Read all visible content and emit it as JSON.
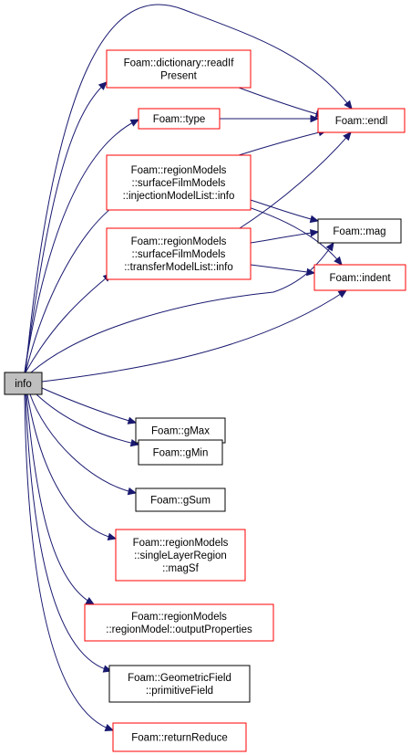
{
  "colors": {
    "edge": "#191970",
    "root_fill": "#bfbfbf",
    "root_border": "#000000",
    "node_fill": "#ffffff",
    "red_border": "#ff0000",
    "black_border": "#000000"
  },
  "nodes": [
    {
      "id": "info",
      "lines": [
        "info"
      ],
      "border": "black",
      "root": true
    },
    {
      "id": "readIfPresent",
      "lines": [
        "Foam::dictionary::readIf",
        "Present"
      ],
      "border": "red"
    },
    {
      "id": "type",
      "lines": [
        "Foam::type"
      ],
      "border": "red"
    },
    {
      "id": "injectionInfo",
      "lines": [
        "Foam::regionModels",
        "::surfaceFilmModels",
        "::injectionModelList::info"
      ],
      "border": "red"
    },
    {
      "id": "transferInfo",
      "lines": [
        "Foam::regionModels",
        "::surfaceFilmModels",
        "::transferModelList::info"
      ],
      "border": "red"
    },
    {
      "id": "endl",
      "lines": [
        "Foam::endl"
      ],
      "border": "red"
    },
    {
      "id": "mag",
      "lines": [
        "Foam::mag"
      ],
      "border": "black"
    },
    {
      "id": "indent",
      "lines": [
        "Foam::indent"
      ],
      "border": "red"
    },
    {
      "id": "gMax",
      "lines": [
        "Foam::gMax"
      ],
      "border": "black"
    },
    {
      "id": "gMin",
      "lines": [
        "Foam::gMin"
      ],
      "border": "black"
    },
    {
      "id": "gSum",
      "lines": [
        "Foam::gSum"
      ],
      "border": "black"
    },
    {
      "id": "magSf",
      "lines": [
        "Foam::regionModels",
        "::singleLayerRegion",
        "::magSf"
      ],
      "border": "red"
    },
    {
      "id": "outputProperties",
      "lines": [
        "Foam::regionModels",
        "::regionModel::outputProperties"
      ],
      "border": "red"
    },
    {
      "id": "primitiveField",
      "lines": [
        "Foam::GeometricField",
        "::primitiveField"
      ],
      "border": "black"
    },
    {
      "id": "returnReduce",
      "lines": [
        "Foam::returnReduce"
      ],
      "border": "red"
    }
  ],
  "edges": [
    {
      "from": "info",
      "to": "endl"
    },
    {
      "from": "info",
      "to": "readIfPresent"
    },
    {
      "from": "info",
      "to": "type"
    },
    {
      "from": "info",
      "to": "injectionInfo"
    },
    {
      "from": "info",
      "to": "transferInfo"
    },
    {
      "from": "info",
      "to": "mag"
    },
    {
      "from": "info",
      "to": "indent"
    },
    {
      "from": "info",
      "to": "gMax"
    },
    {
      "from": "info",
      "to": "gMin"
    },
    {
      "from": "info",
      "to": "gSum"
    },
    {
      "from": "info",
      "to": "magSf"
    },
    {
      "from": "info",
      "to": "outputProperties"
    },
    {
      "from": "info",
      "to": "primitiveField"
    },
    {
      "from": "info",
      "to": "returnReduce"
    },
    {
      "from": "readIfPresent",
      "to": "endl"
    },
    {
      "from": "type",
      "to": "endl"
    },
    {
      "from": "injectionInfo",
      "to": "endl"
    },
    {
      "from": "injectionInfo",
      "to": "mag"
    },
    {
      "from": "injectionInfo",
      "to": "indent"
    },
    {
      "from": "transferInfo",
      "to": "endl"
    },
    {
      "from": "transferInfo",
      "to": "mag"
    },
    {
      "from": "transferInfo",
      "to": "indent"
    }
  ]
}
